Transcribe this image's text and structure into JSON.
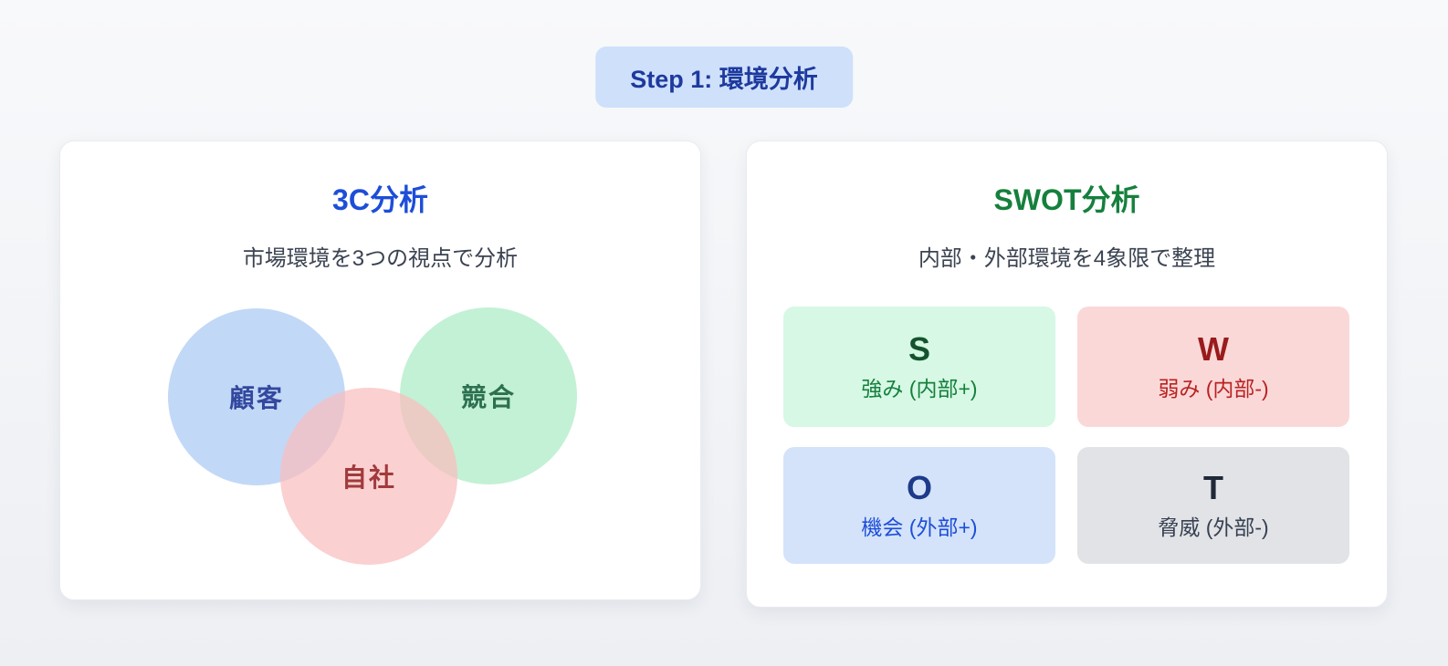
{
  "page": {
    "background_top": "#f8f9fb",
    "background_bottom": "#edeff3"
  },
  "step_badge": {
    "label": "Step 1: 環境分析",
    "bg_color": "#cfe0fb",
    "text_color": "#1e3a9e"
  },
  "cards": {
    "c3": {
      "title": "3C分析",
      "title_color": "#1d4ed8",
      "subtitle": "市場環境を3つの視点で分析",
      "circles": [
        {
          "id": "customer",
          "label": "顧客",
          "fill": "#c2d8f7",
          "text_color": "#33489e"
        },
        {
          "id": "competitor",
          "label": "競合",
          "fill": "#c2f1d5",
          "text_color": "#2d7050"
        },
        {
          "id": "company",
          "label": "自社",
          "fill": "rgba(250,190,190,0.72)",
          "text_color": "#a13a3c"
        }
      ]
    },
    "swot": {
      "title": "SWOT分析",
      "title_color": "#15803d",
      "subtitle": "内部・外部環境を4象限で整理",
      "quadrants": [
        {
          "letter": "S",
          "label": "強み (内部+)",
          "bg": "#d6f8e5",
          "letter_color": "#14532d",
          "label_color": "#16803c"
        },
        {
          "letter": "W",
          "label": "弱み (内部-)",
          "bg": "#fbd8d8",
          "letter_color": "#991b1b",
          "label_color": "#b92222"
        },
        {
          "letter": "O",
          "label": "機会 (外部+)",
          "bg": "#d4e3fa",
          "letter_color": "#1e3a8a",
          "label_color": "#1d4ed8"
        },
        {
          "letter": "T",
          "label": "脅威 (外部-)",
          "bg": "#e2e3e7",
          "letter_color": "#1f2937",
          "label_color": "#374151"
        }
      ]
    }
  }
}
